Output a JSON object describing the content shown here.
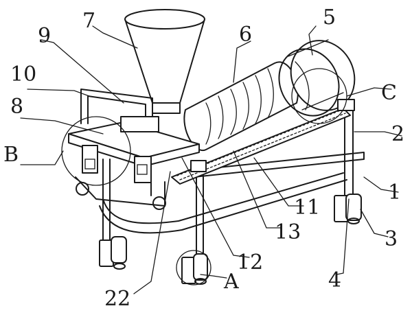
{
  "labels": {
    "l1": "1",
    "l2": "2",
    "l3": "3",
    "l4": "4",
    "l5": "5",
    "l6": "6",
    "l7": "7",
    "l8": "8",
    "l9": "9",
    "l10": "10",
    "l11": "11",
    "l12": "12",
    "l13": "13",
    "l22": "22",
    "lA": "A",
    "lB": "B",
    "lC": "C"
  }
}
